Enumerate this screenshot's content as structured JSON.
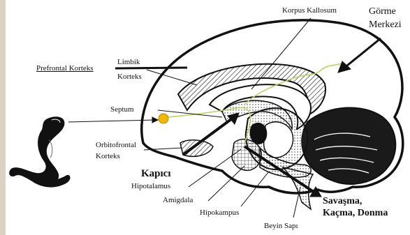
{
  "labels": {
    "korpus_kallosum": "Korpus Kallosum",
    "gorme": "Görme",
    "merkezi": "Merkezi",
    "limbik": "Limbik",
    "prefrontal_korteks": "Prefrontal Korteks",
    "korteks_limbik": "Korteks",
    "septum": "Septum",
    "orbitofrontal": "Orbitofrontal",
    "korteks_orbito": "Korteks",
    "kapici": "Kapıcı",
    "hipotalamus": "Hipotalamus",
    "amigdala": "Amigdala",
    "hipokampus": "Hipokampus",
    "beyin_sapi": "Beyin Sapı",
    "savasma": "Savaşma,",
    "kacma_donma": "Kaçma, Donma"
  },
  "colors": {
    "outline": "#111111",
    "eye": "#f2b800",
    "visual_path": "#b5d36a",
    "side_bar": "#d9d3c3"
  },
  "icons": {
    "snake": "snake-drawing",
    "eye": "eye-dot"
  }
}
